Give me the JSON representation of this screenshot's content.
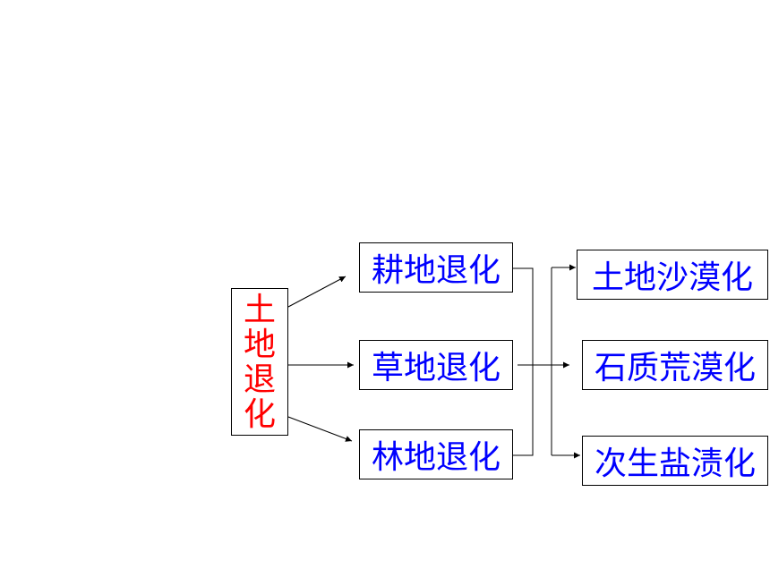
{
  "colors": {
    "root_text": "#ff0000",
    "node_text": "#0000ff",
    "border": "#000000",
    "line": "#000000"
  },
  "root": {
    "chars": [
      "土",
      "地",
      "退",
      "化"
    ]
  },
  "middle": [
    {
      "label": "耕地退化"
    },
    {
      "label": "草地退化"
    },
    {
      "label": "林地退化"
    }
  ],
  "outcomes": [
    {
      "label": "土地沙漠化"
    },
    {
      "label": "石质荒漠化"
    },
    {
      "label": "次生盐渍化"
    }
  ]
}
